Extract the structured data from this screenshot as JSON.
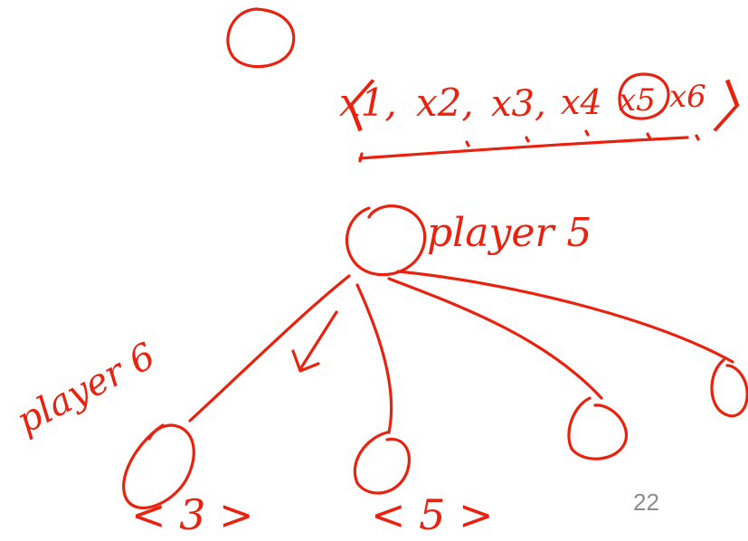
{
  "ink_color": "#e8220f",
  "sequence": {
    "open_bracket": "〈",
    "items": [
      "x1,",
      "x2,",
      "x3,",
      "x4",
      "x5",
      "x6"
    ],
    "circled_item": "x5",
    "close_bracket": "〉"
  },
  "labels": {
    "player5": "player 5",
    "player6": "player 6",
    "child1_value": "< 3 >",
    "child2_value": "< 5 >"
  },
  "page_number": "22"
}
